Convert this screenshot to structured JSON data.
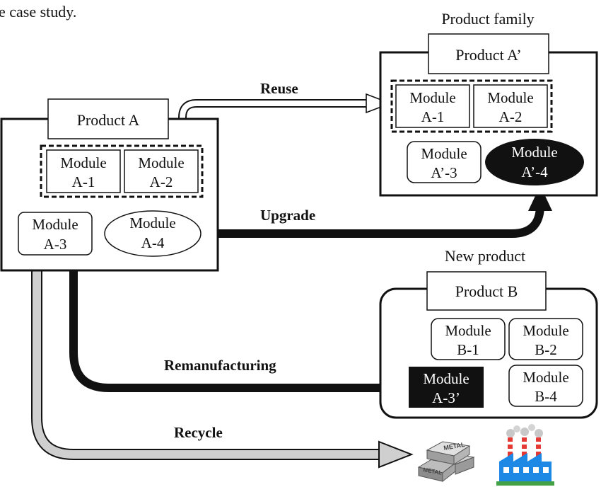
{
  "caption_fragment": "e case study.",
  "product_family_label": "Product family",
  "new_product_label": "New product",
  "product_a": {
    "title": "Product A",
    "module_a1": [
      "Module",
      "A-1"
    ],
    "module_a2": [
      "Module",
      "A-2"
    ],
    "module_a3": [
      "Module",
      "A-3"
    ],
    "module_a4": [
      "Module",
      "A-4"
    ]
  },
  "product_a_prime": {
    "title": "Product A’",
    "module_a1": [
      "Module",
      "A-1"
    ],
    "module_a2": [
      "Module",
      "A-2"
    ],
    "module_a3p": [
      "Module",
      "A’-3"
    ],
    "module_a4p": [
      "Module",
      "A’-4"
    ]
  },
  "product_b": {
    "title": "Product B",
    "module_b1": [
      "Module",
      "B-1"
    ],
    "module_b2": [
      "Module",
      "B-2"
    ],
    "module_a3pp": [
      "Module",
      "A-3’"
    ],
    "module_b4": [
      "Module",
      "B-4"
    ]
  },
  "flows": {
    "reuse": "Reuse",
    "upgrade": "Upgrade",
    "remanufacturing": "Remanufacturing",
    "recycle": "Recycle"
  },
  "icons": {
    "metal_ingots": "metal-ingots-icon",
    "factory": "factory-icon",
    "metal_text": "METAL"
  },
  "colors": {
    "black": "#111111",
    "white": "#ffffff",
    "recycle_gray": "#cfcfcf"
  }
}
